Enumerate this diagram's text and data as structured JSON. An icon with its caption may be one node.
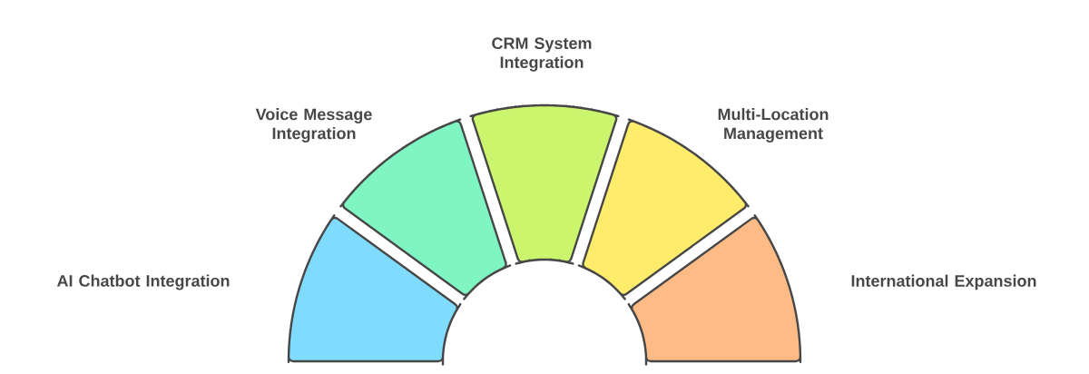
{
  "diagram": {
    "nodes": [
      {
        "text": [
          "AI Chatbot Integration"
        ]
      },
      {
        "text": [
          "Voice Message Integration"
        ]
      },
      {
        "text": [
          "CRM System Integration"
        ]
      },
      {
        "text": [
          "Multi-Location Management"
        ]
      },
      {
        "text": [
          "International Expansion"
        ]
      }
    ]
  }
}
